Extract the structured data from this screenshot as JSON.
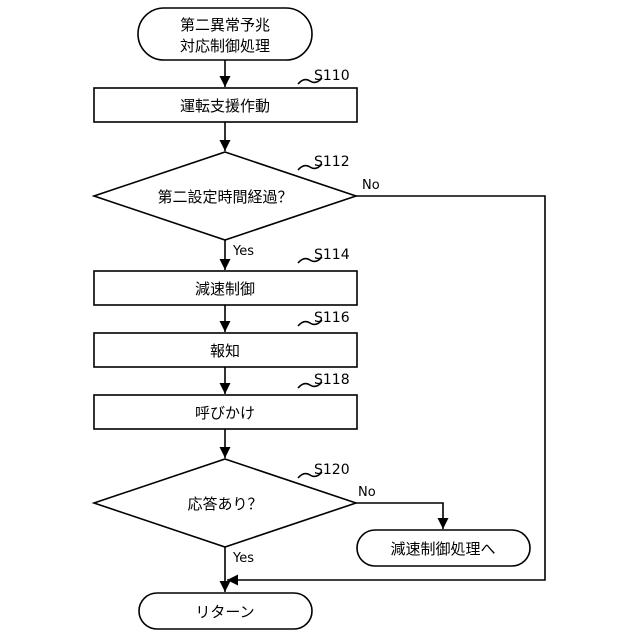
{
  "flowchart": {
    "start": {
      "line1": "第二異常予兆",
      "line2": "対応制御処理"
    },
    "s110": {
      "step": "S110",
      "label": "運転支援作動"
    },
    "s112": {
      "step": "S112",
      "label": "第二設定時間経過？",
      "no": "No",
      "yes": "Yes"
    },
    "s114": {
      "step": "S114",
      "label": "減速制御"
    },
    "s116": {
      "step": "S116",
      "label": "報知"
    },
    "s118": {
      "step": "S118",
      "label": "呼びかけ"
    },
    "s120": {
      "step": "S120",
      "label": "応答あり？",
      "no": "No",
      "yes": "Yes"
    },
    "deceleration_process": {
      "label": "減速制御処理へ"
    },
    "end": {
      "label": "リターン"
    }
  }
}
